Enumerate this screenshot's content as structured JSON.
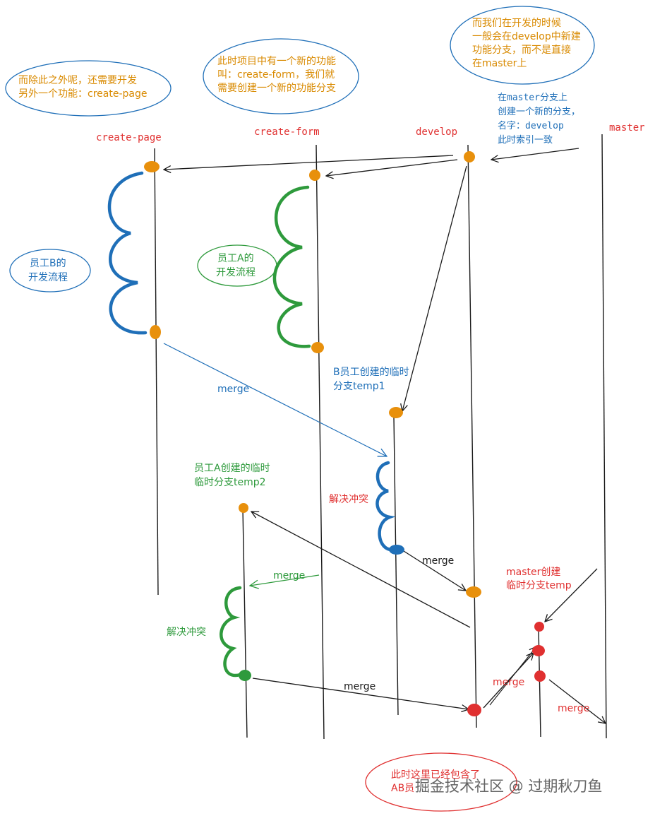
{
  "colors": {
    "orange": "#e8900c",
    "blue": "#1f6fb8",
    "green": "#2e9a3c",
    "red": "#e03030",
    "line": "#1a1a1a",
    "label_orange": "#d98a00"
  },
  "branches": {
    "create_page": "create-page",
    "create_form": "create-form",
    "develop": "develop",
    "master": "master"
  },
  "notes": {
    "create_page_line1": "而除此之外呢，还需要开发",
    "create_page_line2": "另外一个功能：create-page",
    "create_form_line1": "此时项目中有一个新的功能",
    "create_form_line2": "叫：create-form，我们就",
    "create_form_line3": "需要创建一个新的功能分支",
    "develop_line1": "而我们在开发的时候",
    "develop_line2": "一般会在develop中新建",
    "develop_line3": "功能分支，而不是直接",
    "develop_line4": "在master上",
    "master_line1": "在master分支上",
    "master_line2": "创建一个新的分支，",
    "master_line3": "名字：develop",
    "master_line4": "此时索引一致",
    "emp_b_line1": "员工B的",
    "emp_b_line2": "开发流程",
    "emp_a_line1": "员工A的",
    "emp_a_line2": "开发流程",
    "temp1_line1": "B员工创建的临时",
    "temp1_line2": "分支temp1",
    "temp2_line1": "员工A创建的临时",
    "temp2_line2": "临时分支temp2",
    "conflict_b": "解决冲突",
    "conflict_a": "解决冲突",
    "master_temp_line1": "master创建",
    "master_temp_line2": "临时分支temp",
    "final_line1": "此时这里已经包含了",
    "final_line2": "AB员"
  },
  "merges": {
    "m1": "merge",
    "m2": "merge",
    "m3": "merge",
    "m4": "merge",
    "m5": "merge",
    "m6": "merge"
  },
  "watermark": "掘金技术社区 @ 过期秋刀鱼"
}
